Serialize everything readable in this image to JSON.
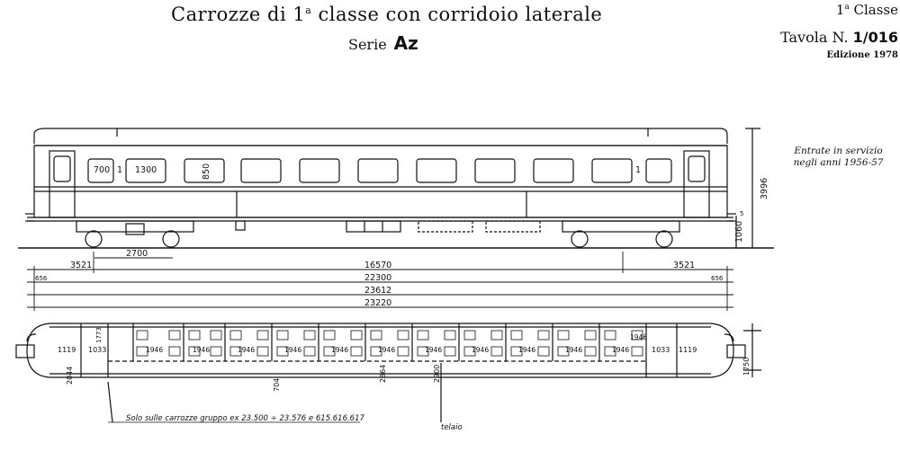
{
  "header": {
    "title_pre": "Carrozze di 1",
    "title_sup": "a",
    "title_post": " classe con corridoio laterale",
    "serie_label": "Serie",
    "serie_value": "Az",
    "class_num": "1",
    "class_sup": "a",
    "class_label": " Classe",
    "tavola_label": "Tavola N.",
    "tavola_value": "1/016",
    "edizione": "Edizione 1978"
  },
  "side_note": {
    "line1": "Entrate in servizio",
    "line2": "negli anni 1956-57"
  },
  "elevation": {
    "window_w": "700",
    "window_w2": "1300",
    "window_h": "850",
    "class_mark_left": "1",
    "class_mark_right": "1",
    "height_total": "3996",
    "floor_height": "1060",
    "step": "5"
  },
  "dimensions": {
    "bogie_overhang_left": "3521",
    "bogie_pivot": "16570",
    "bogie_overhang_right": "3521",
    "wheelbase": "2700",
    "buffer_left": "656",
    "body_length": "22300",
    "buffer_right": "656",
    "over_buffers": "23612",
    "length_23220": "23220"
  },
  "plan": {
    "vestibule_left": "1119",
    "vestibule_right": "1119",
    "toilet_left": "1033",
    "toilet_right": "1033",
    "toilet_width": "1773",
    "corridor_width": "2044",
    "compartment_1": "1946",
    "compartment_2": "1946",
    "compartment_3": "1946",
    "compartment_4": "1946",
    "compartment_5": "1946",
    "compartment_6": "1946",
    "compartment_7": "1946",
    "compartment_8": "1946",
    "compartment_9": "1946",
    "compartment_10": "1946",
    "compartment_11": "1946",
    "compartment_12": "1946",
    "corridor_704": "704",
    "inner_width": "2864",
    "outer_width": "2900",
    "end_width": "1750",
    "footnote": "Solo sulle carrozze gruppo ex 23.500 ÷ 23.576 e 615.616.617",
    "frame_label": "telaio"
  }
}
